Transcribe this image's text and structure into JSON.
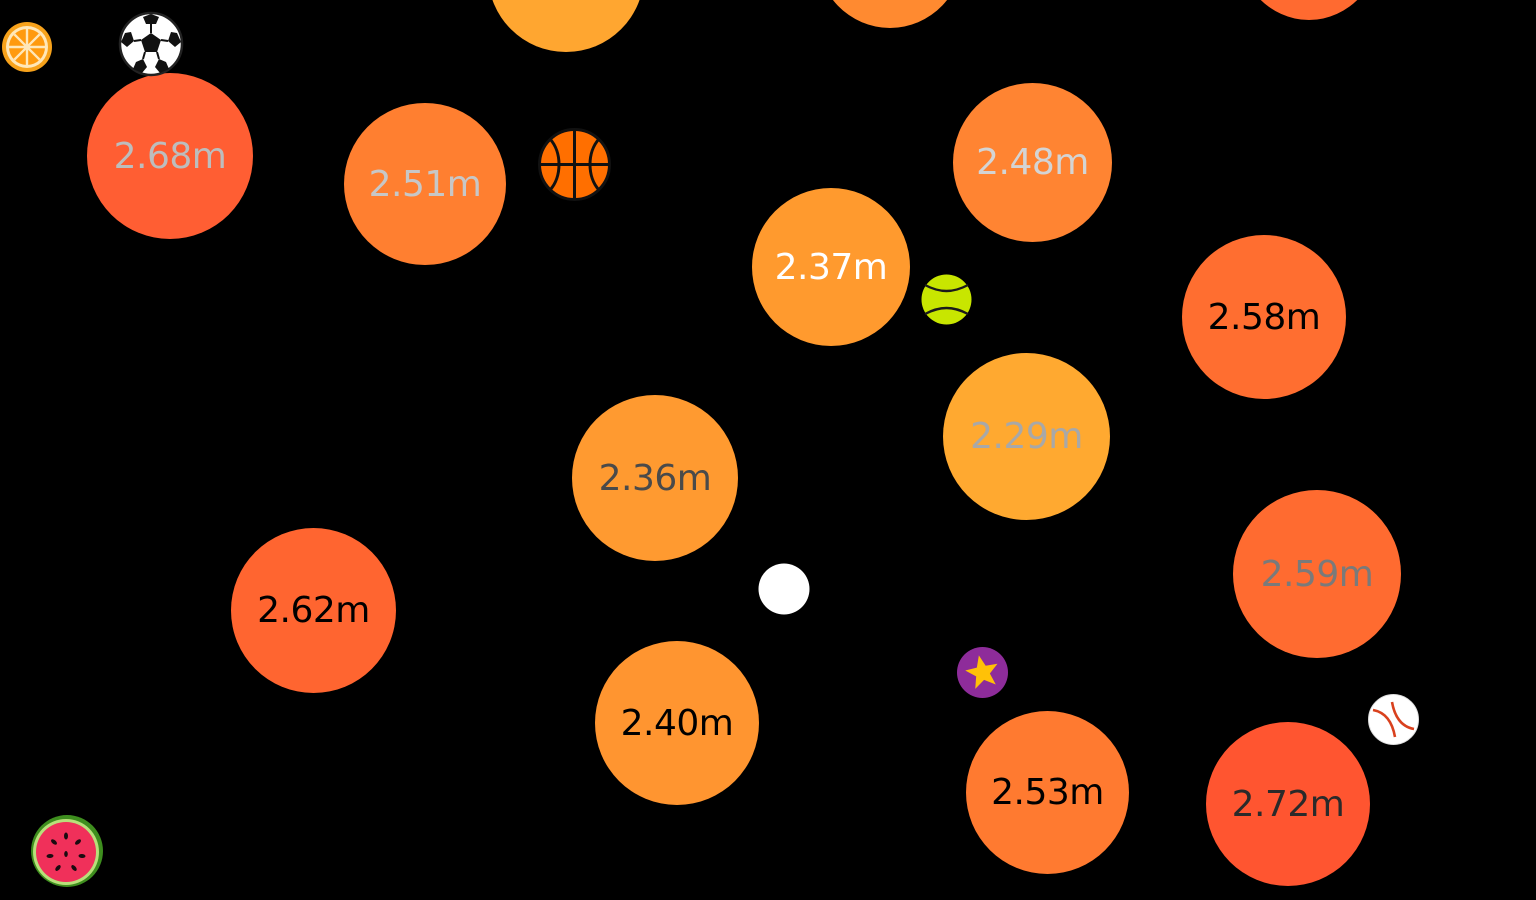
{
  "game": {
    "bubbles": [
      {
        "label": "",
        "fill": "#FFA630",
        "text_color": "#FFFFFF"
      },
      {
        "label": "",
        "fill": "#FF8A30",
        "text_color": "#FFFFFF"
      },
      {
        "label": "",
        "fill": "#FF6A30",
        "text_color": "#FFFFFF"
      },
      {
        "label": "2.68m",
        "fill": "#FF5E33",
        "text_color": "#BDBDBD"
      },
      {
        "label": "2.51m",
        "fill": "#FF7F30",
        "text_color": "#C7C7C7"
      },
      {
        "label": "2.48m",
        "fill": "#FF8432",
        "text_color": "#D4D4D4"
      },
      {
        "label": "2.37m",
        "fill": "#FF9A2E",
        "text_color": "#FFFFFF"
      },
      {
        "label": "2.58m",
        "fill": "#FF6E30",
        "text_color": "#000000"
      },
      {
        "label": "2.29m",
        "fill": "#FFA930",
        "text_color": "#A8A8A8"
      },
      {
        "label": "2.36m",
        "fill": "#FF9A30",
        "text_color": "#4A4A4A"
      },
      {
        "label": "2.62m",
        "fill": "#FF6530",
        "text_color": "#000000"
      },
      {
        "label": "2.59m",
        "fill": "#FF6B30",
        "text_color": "#7A7A7A"
      },
      {
        "label": "2.40m",
        "fill": "#FF9530",
        "text_color": "#000000"
      },
      {
        "label": "2.53m",
        "fill": "#FF7A30",
        "text_color": "#000000"
      },
      {
        "label": "2.72m",
        "fill": "#FF5530",
        "text_color": "#2A2A2A"
      }
    ],
    "tokens": [
      {
        "icon": "orange-slice-icon"
      },
      {
        "icon": "soccer-ball-icon"
      },
      {
        "icon": "basketball-icon"
      },
      {
        "icon": "tennis-ball-icon"
      },
      {
        "icon": "white-ball-icon"
      },
      {
        "icon": "star-badge-icon"
      },
      {
        "icon": "baseball-icon"
      },
      {
        "icon": "watermelon-slice-icon"
      }
    ],
    "colors": {
      "background": "#000000",
      "tennis": "#C8E600",
      "basketball": "#FF6F00",
      "star_badge": "#8E2C9A",
      "star": "#FFC107",
      "baseball_stitch": "#D9411E",
      "watermelon_flesh": "#F0305A",
      "watermelon_rind": "#3E8E1E"
    }
  }
}
